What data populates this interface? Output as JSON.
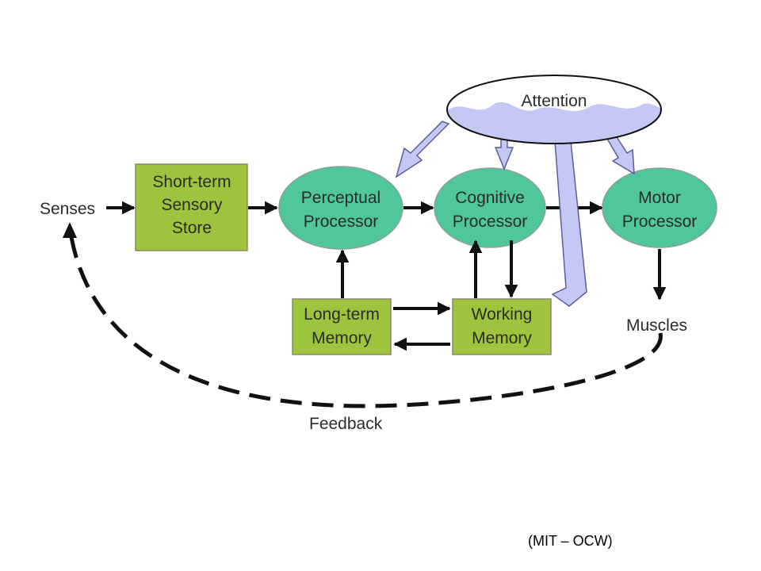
{
  "diagram": {
    "senses": "Senses",
    "sensory_store": [
      "Short-term",
      "Sensory",
      "Store"
    ],
    "perceptual": [
      "Perceptual",
      "Processor"
    ],
    "cognitive": [
      "Cognitive",
      "Processor"
    ],
    "motor": [
      "Motor",
      "Processor"
    ],
    "long_term": [
      "Long-term",
      "Memory"
    ],
    "working": [
      "Working",
      "Memory"
    ],
    "muscles": "Muscles",
    "attention": "Attention",
    "feedback": "Feedback"
  },
  "colors": {
    "box_fill": "#9dc43c",
    "box_stroke": "#8a8a6a",
    "ellipse_fill": "#4fc79a",
    "ellipse_stroke": "#8aa09a",
    "attention_arrow_fill": "#c4c8f4",
    "attention_arrow_stroke": "#5a5e9a",
    "arrow": "#111111"
  },
  "credit": "(MIT – OCW)"
}
